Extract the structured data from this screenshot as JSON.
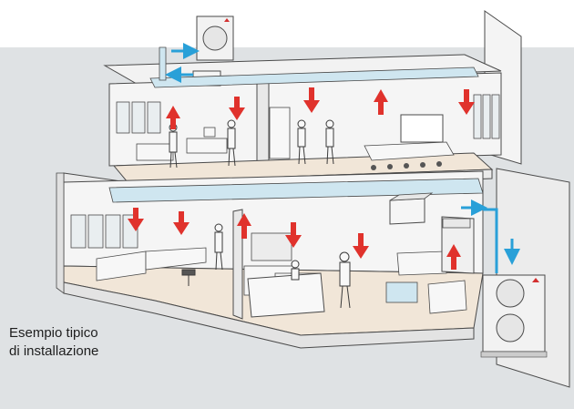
{
  "caption": {
    "line1": "Esempio tipico",
    "line2": "di installazione"
  },
  "icons": {
    "outdoor_unit_logo": "three-diamond-logo"
  },
  "colors": {
    "background_band": "#dfe2e4",
    "duct": "#cfe6f0",
    "air_supply_arrow": "#29a0d8",
    "air_flow_arrow": "#e0322c",
    "floor": "#f1e6d8",
    "wall": "#f4f4f4",
    "outline": "#4a4a4a"
  }
}
